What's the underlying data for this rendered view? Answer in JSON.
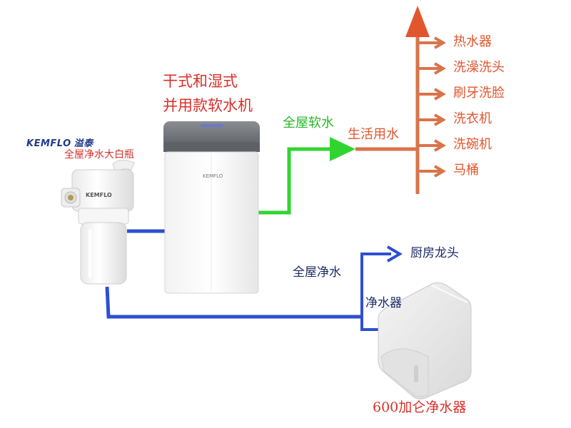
{
  "brand": {
    "logo_text": "KEMFLO",
    "logo_cn": "溢泰",
    "filter_name": "全屋净水大白瓶"
  },
  "softener": {
    "title_line1": "干式和湿式",
    "title_line2": "并用款软水机",
    "badge": "KEMFLO"
  },
  "filter_badge": "KEMFLO",
  "flows": {
    "soft_water": "全屋软水",
    "living_water": "生活用水",
    "whole_house_pure": "全屋净水",
    "kitchen_tap": "厨房龙头",
    "purifier": "净水器"
  },
  "usages": [
    "热水器",
    "洗澡洗头",
    "刷牙洗脸",
    "洗衣机",
    "洗碗机",
    "马桶"
  ],
  "purifier_caption": "600加仑净水器",
  "colors": {
    "orange": "#e2562d",
    "green": "#2fd52f",
    "blue": "#2d4fd0",
    "red": "#d8302a",
    "navy": "#1b2a66"
  }
}
